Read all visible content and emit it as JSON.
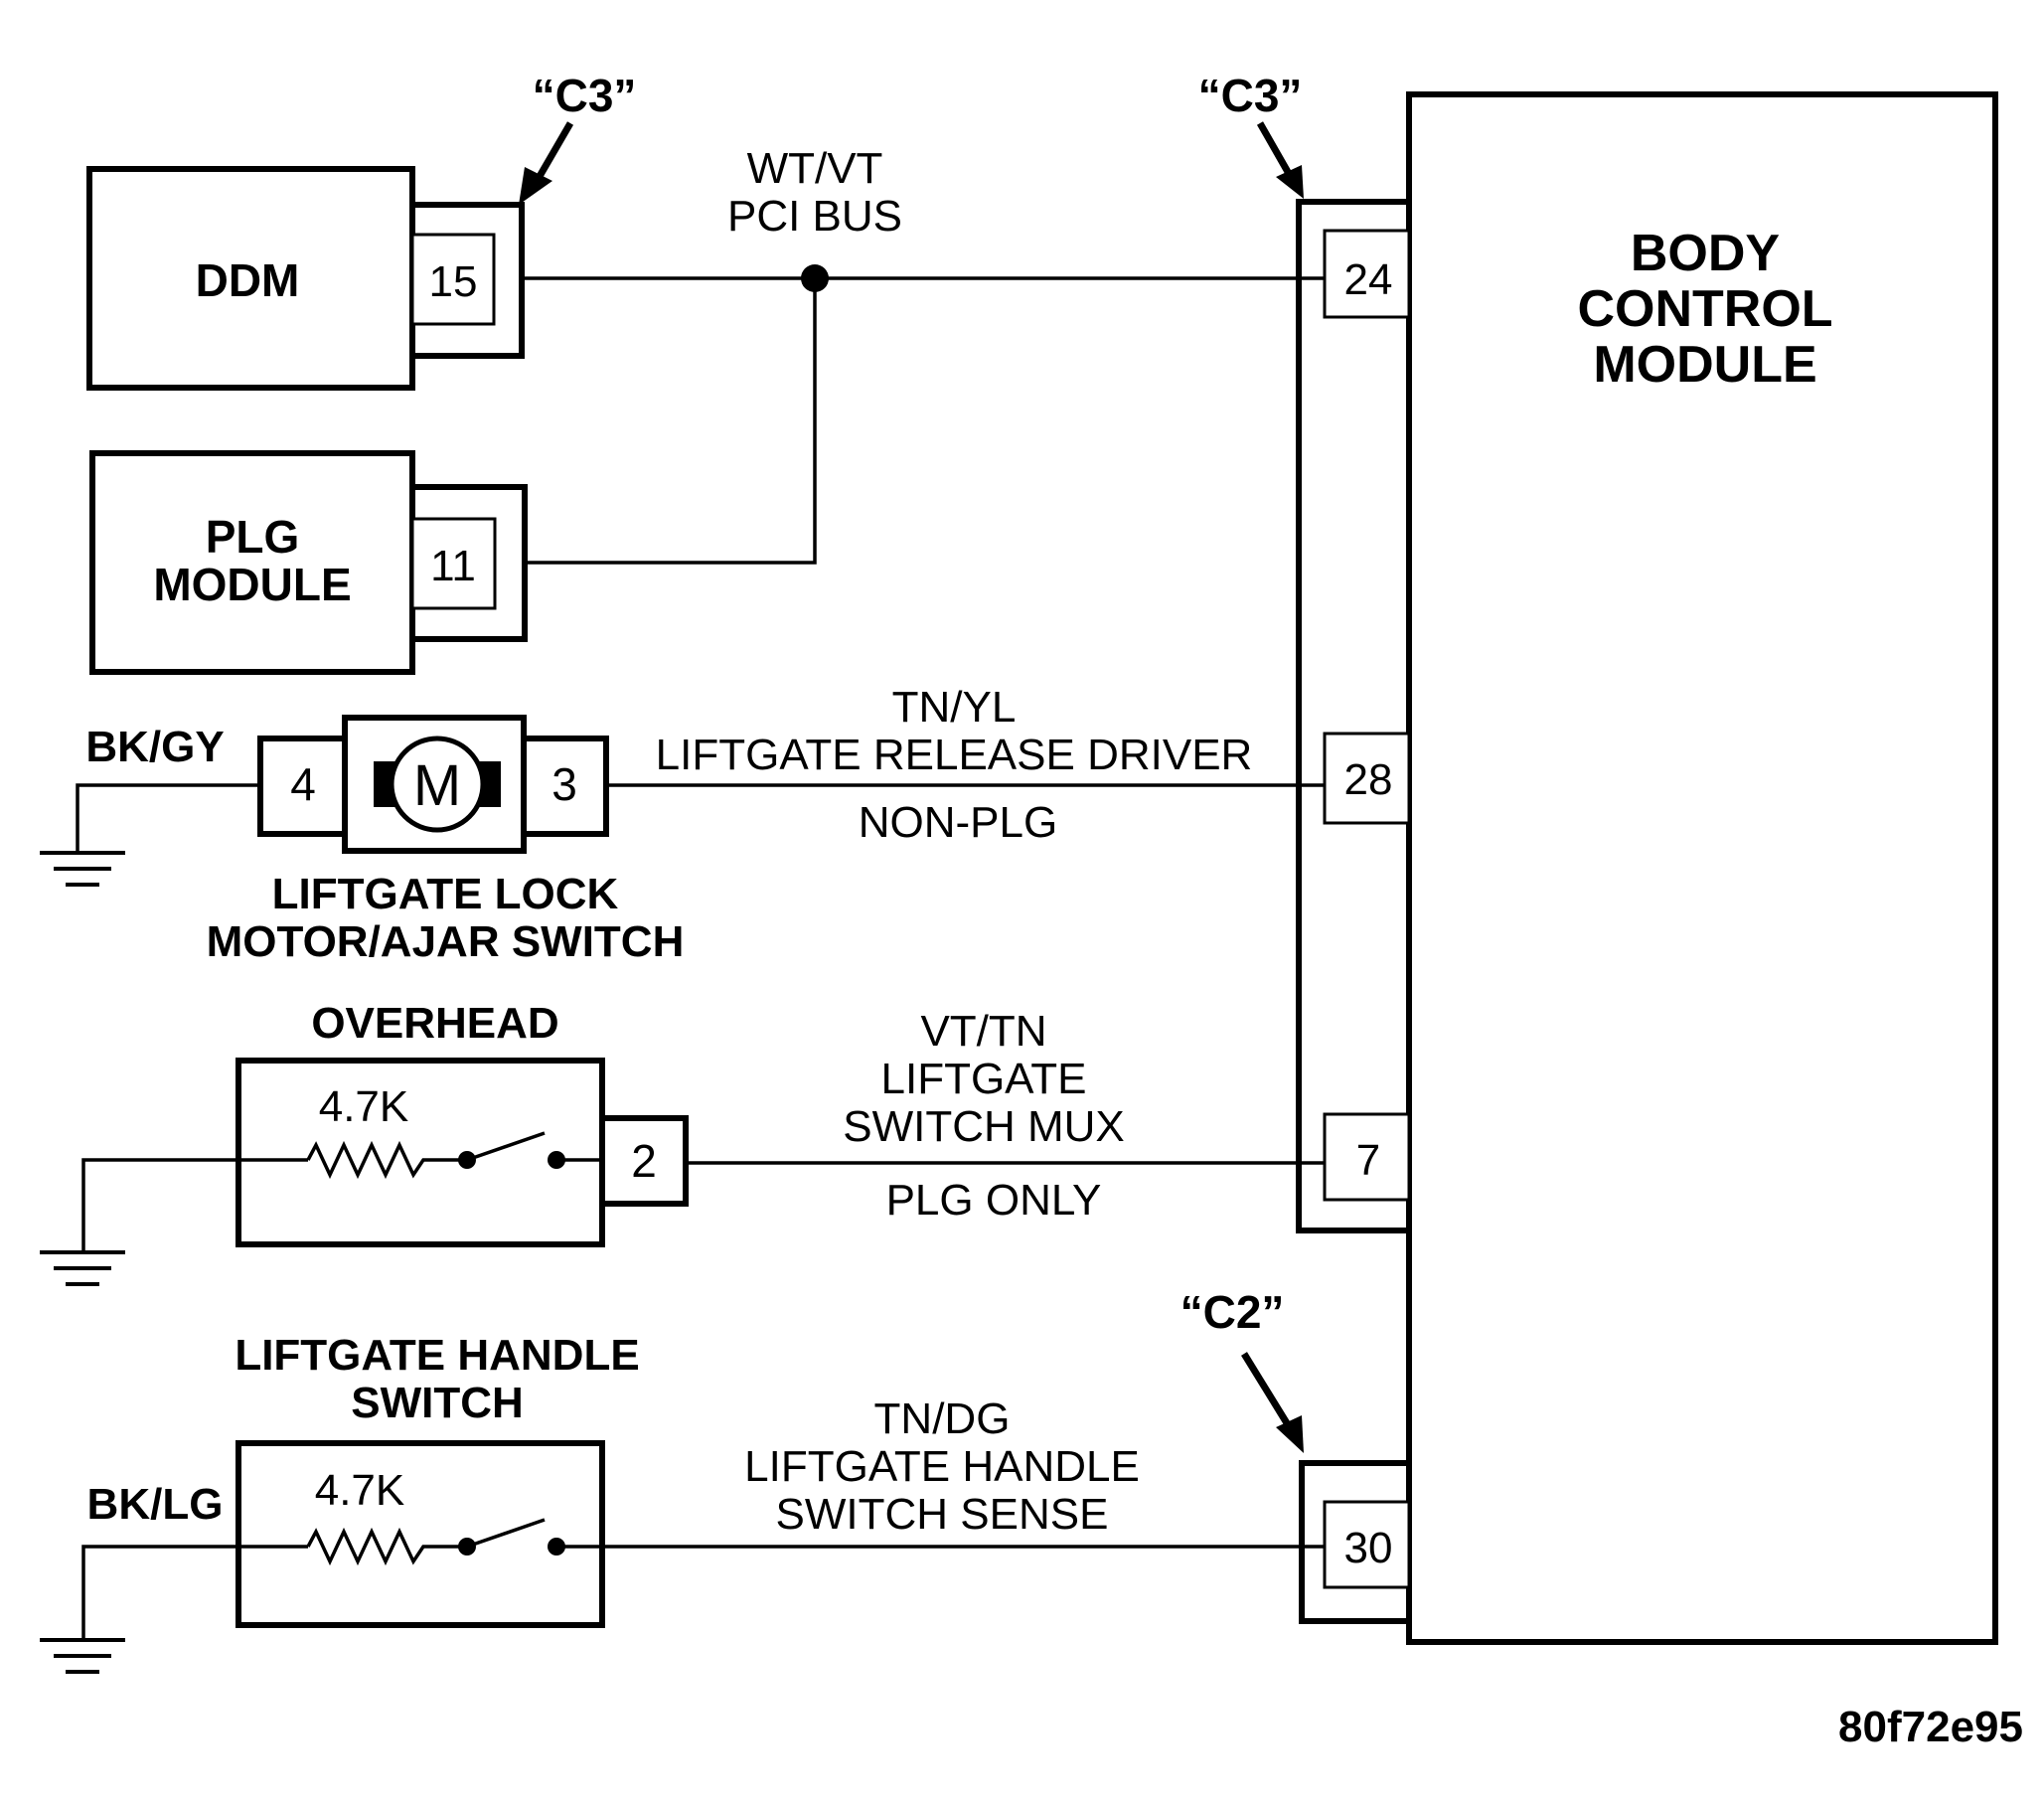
{
  "bcm": {
    "label_lines": [
      "BODY",
      "CONTROL",
      "MODULE"
    ]
  },
  "connectors": {
    "c3_left": "“C3”",
    "c3_right": "“C3”",
    "c2": "“C2”"
  },
  "ddm": {
    "label": "DDM",
    "pin": "15"
  },
  "plg_module": {
    "label_lines": [
      "PLG",
      "MODULE"
    ],
    "pin": "11"
  },
  "pci_bus": {
    "color": "WT/VT",
    "name": "PCI BUS"
  },
  "bcm_pins": {
    "pci": "24",
    "release": "28",
    "mux": "7",
    "handle": "30"
  },
  "lock_motor": {
    "ground_wire": "BK/GY",
    "pin_left": "4",
    "pin_right": "3",
    "motor_symbol": "M",
    "label_lines": [
      "LIFTGATE LOCK",
      "MOTOR/AJAR SWITCH"
    ]
  },
  "release_wire": {
    "color": "TN/YL",
    "name": "LIFTGATE RELEASE DRIVER",
    "note": "NON-PLG"
  },
  "overhead": {
    "title": "OVERHEAD",
    "resistor": "4.7K",
    "pin": "2"
  },
  "mux_wire": {
    "color": "VT/TN",
    "name_lines": [
      "LIFTGATE",
      "SWITCH MUX"
    ],
    "note": "PLG ONLY"
  },
  "handle_switch": {
    "title_lines": [
      "LIFTGATE HANDLE",
      "SWITCH"
    ],
    "resistor": "4.7K",
    "ground_wire": "BK/LG"
  },
  "handle_wire": {
    "color": "TN/DG",
    "name_lines": [
      "LIFTGATE HANDLE",
      "SWITCH SENSE"
    ]
  },
  "figure_id": "80f72e95"
}
